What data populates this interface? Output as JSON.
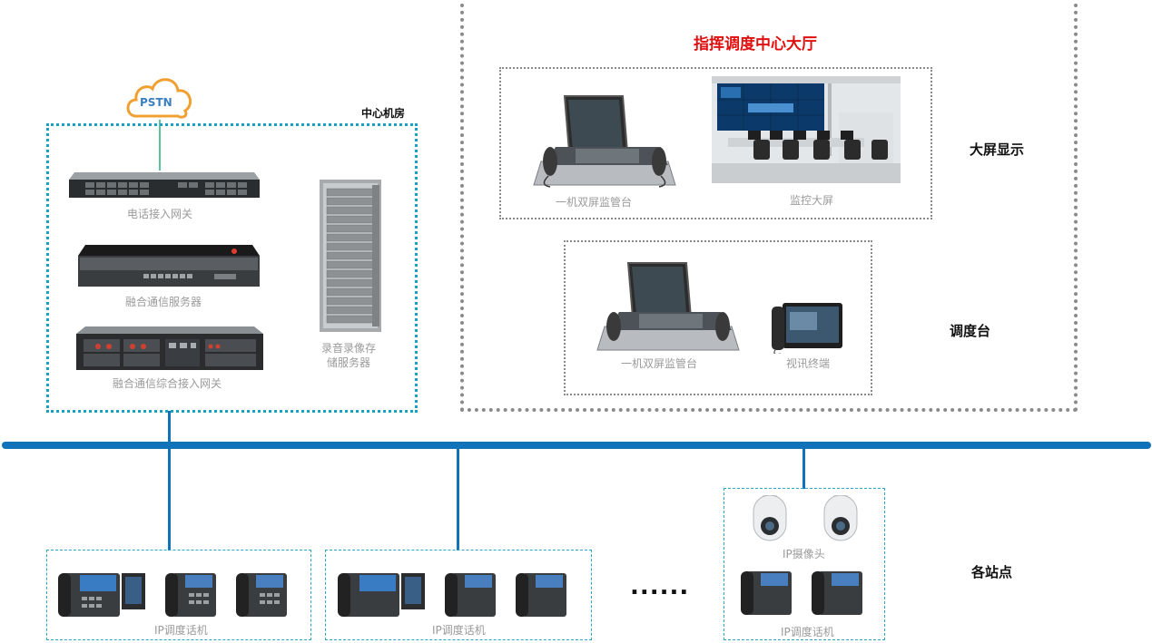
{
  "central_room": {
    "title": "中心机房"
  },
  "pstn": {
    "label": "PSTN"
  },
  "devices": {
    "phone_gateway": "电话接入网关",
    "fusion_server": "融合通信服务器",
    "fusion_access_gateway": "融合通信综合接入网关",
    "recording_storage_line1": "录音录像存",
    "recording_storage_line2": "储服务器"
  },
  "command_hall": {
    "title": "指挥调度中心大厅",
    "big_screen_label": "大屏显示",
    "console_label": "调度台",
    "dual_screen_console": "一机双屏监管台",
    "monitor_wall": "监控大屏",
    "dual_screen_console_2": "一机双屏监管台",
    "video_terminal": "视讯终端"
  },
  "sites": {
    "label": "各站点",
    "ip_phone_1": "IP调度话机",
    "ip_phone_2": "IP调度话机",
    "ip_camera": "IP摄像头",
    "ip_phone_3": "IP调度话机",
    "ellipsis": "......"
  },
  "colors": {
    "bus": "#1072b8",
    "teal_border": "#1aa0c0",
    "title_red": "#e01010",
    "pstn_cloud": "#f0a030"
  }
}
